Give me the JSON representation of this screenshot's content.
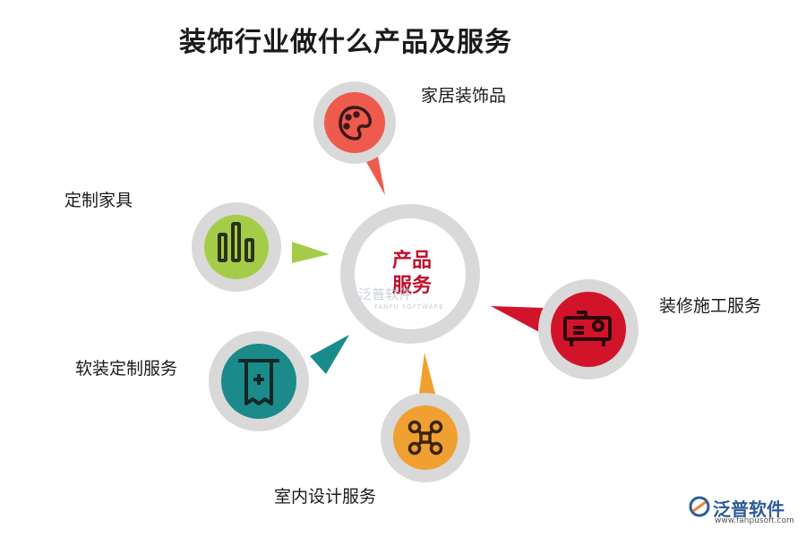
{
  "title": "装饰行业做什么产品及服务",
  "center": {
    "line1": "产品",
    "line2": "服务"
  },
  "items": [
    {
      "label": "家居装饰品",
      "color": "#ee5a4c",
      "icon": "palette-icon"
    },
    {
      "label": "定制家具",
      "color": "#a5cc48",
      "icon": "bar-chart-icon"
    },
    {
      "label": "装修施工服务",
      "color": "#d2142a",
      "icon": "projector-icon"
    },
    {
      "label": "软装定制服务",
      "color": "#1a8b8a",
      "icon": "receipt-icon"
    },
    {
      "label": "室内设计服务",
      "color": "#f0a030",
      "icon": "drone-icon"
    }
  ],
  "watermark": {
    "text": "泛普软件",
    "sub": "FANPU SOFTWARE"
  },
  "logo": {
    "text": "泛普软件",
    "url": "www.fanpusoft.com",
    "icon": "fanpu-logo-icon"
  }
}
